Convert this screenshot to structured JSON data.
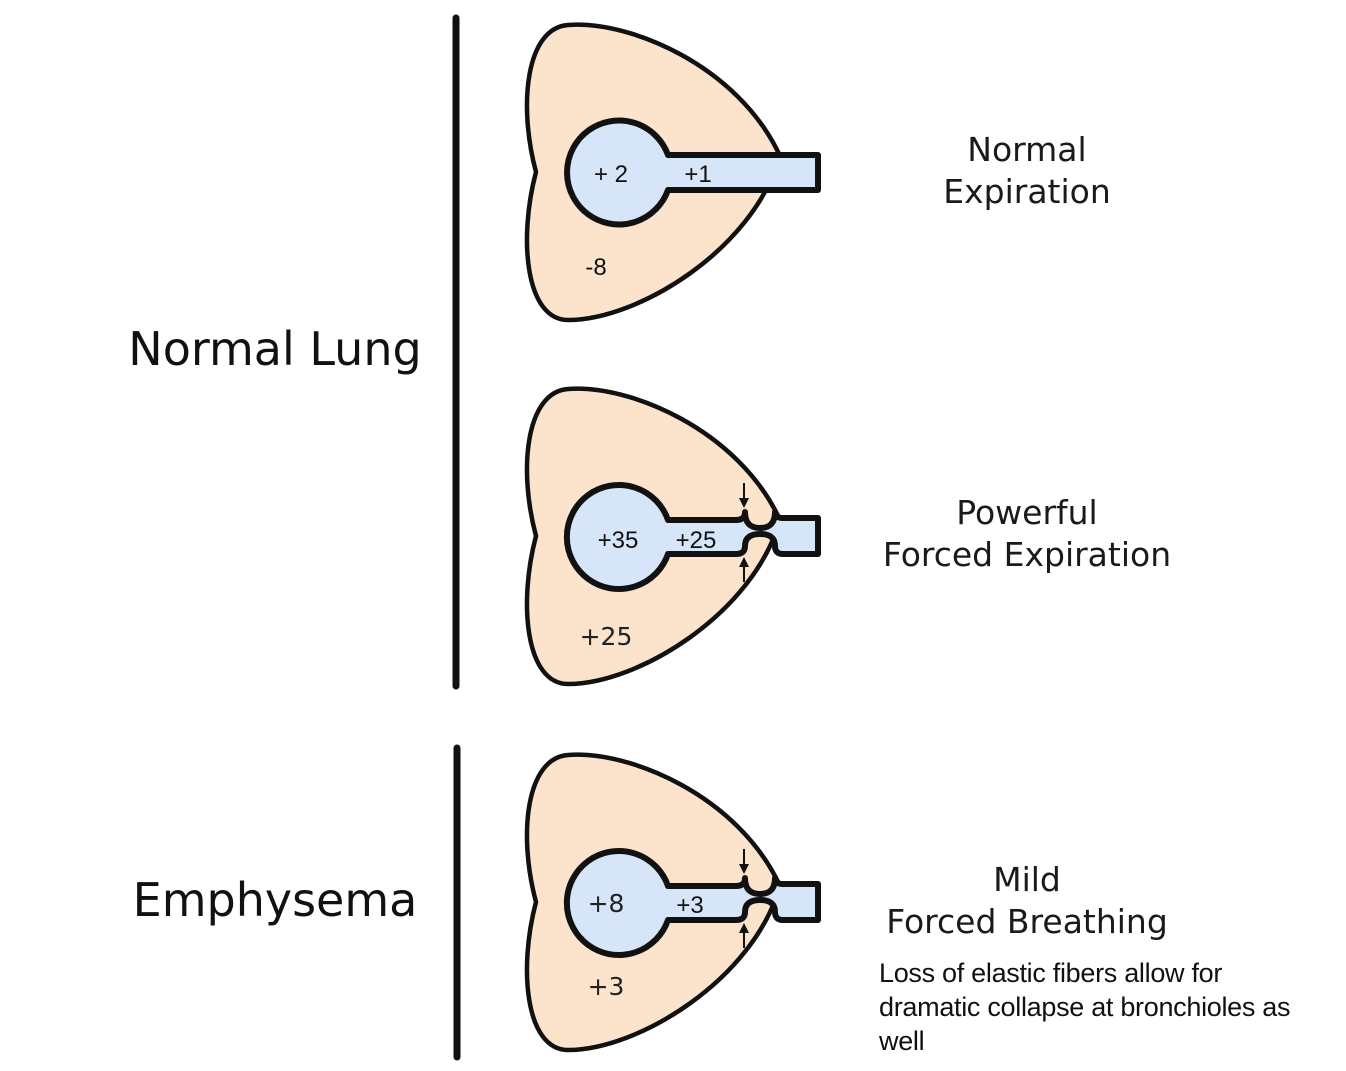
{
  "groups": {
    "normal_lung": "Normal Lung",
    "emphysema": "Emphysema"
  },
  "panels": [
    {
      "caption_line1": "Normal",
      "caption_line2": "Expiration",
      "alveolus": "+ 2",
      "airway": "+1",
      "pleural": "-8"
    },
    {
      "caption_line1": "Powerful",
      "caption_line2": "Forced Expiration",
      "alveolus": "+35",
      "airway": "+25",
      "pleural": "+25"
    },
    {
      "caption_line1": "Mild",
      "caption_line2": "Forced Breathing",
      "alveolus": "+8",
      "airway": "+3",
      "pleural": "+3"
    }
  ],
  "note": "Loss of elastic fibers allow for dramatic collapse at bronchioles as well",
  "colors": {
    "lung_fill": "#fbe3cc",
    "airway_fill": "#d6e5f8",
    "outline": "#111111"
  }
}
